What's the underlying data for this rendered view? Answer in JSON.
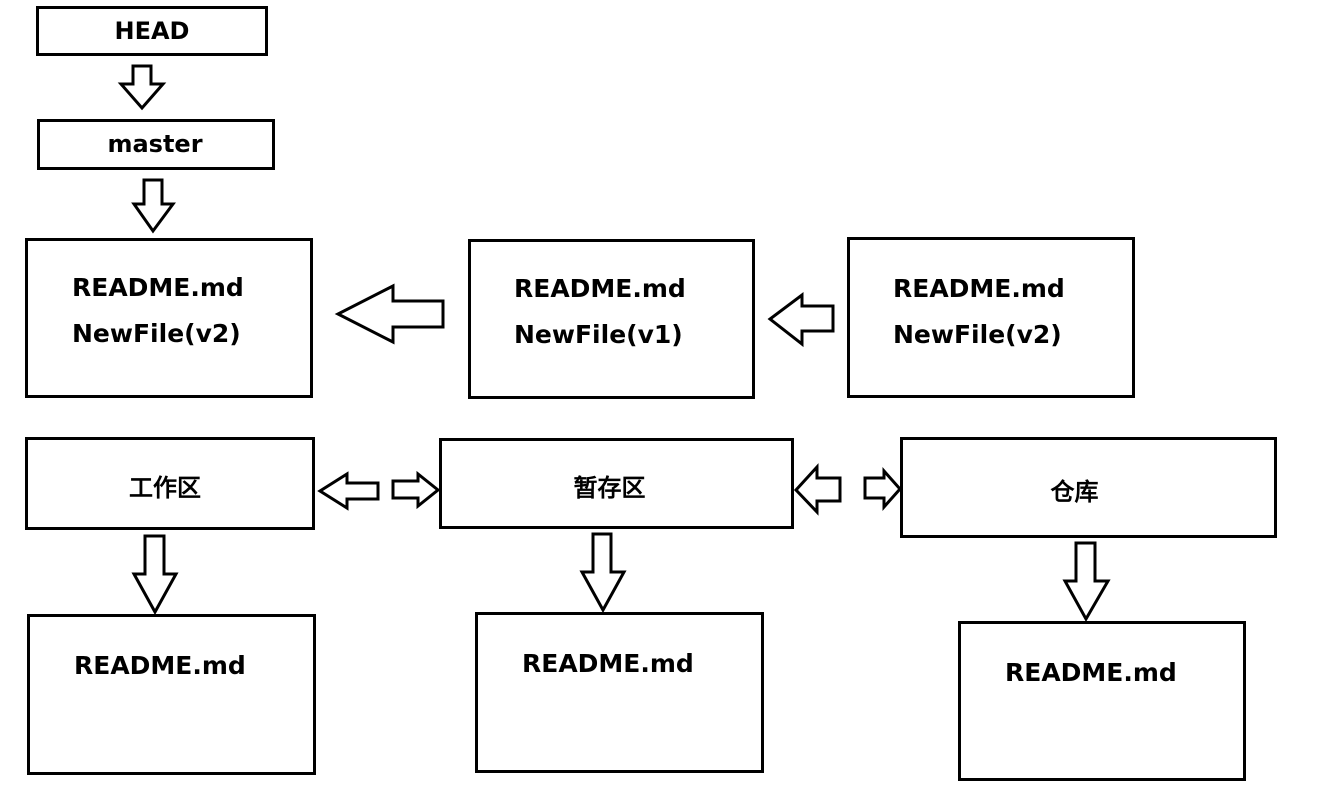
{
  "pointers": {
    "head": "HEAD",
    "master": "master"
  },
  "commits": [
    {
      "files": [
        "README.md",
        "NewFile(v2)"
      ]
    },
    {
      "files": [
        "README.md",
        "NewFile(v1)"
      ]
    },
    {
      "files": [
        "README.md",
        "NewFile(v2)"
      ]
    }
  ],
  "areas": [
    {
      "name": "工作区",
      "files": [
        "README.md"
      ]
    },
    {
      "name": "暂存区",
      "files": [
        "README.md"
      ]
    },
    {
      "name": "仓库",
      "files": [
        "README.md"
      ]
    }
  ]
}
